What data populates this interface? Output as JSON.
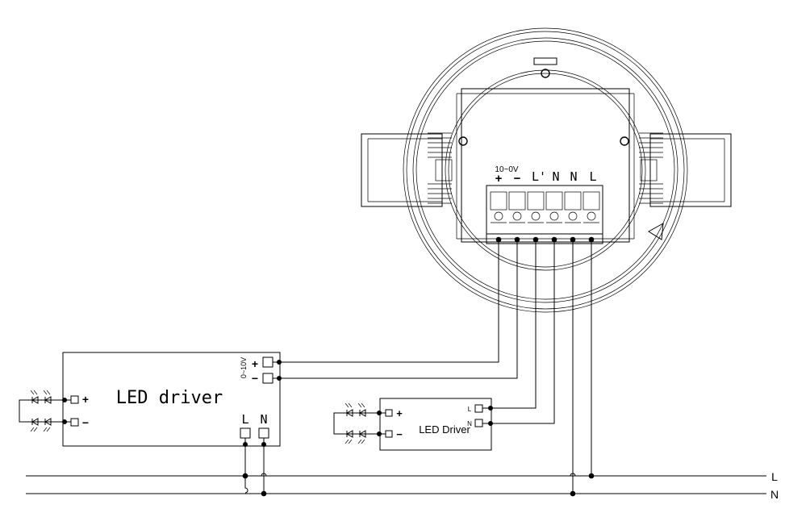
{
  "sensor": {
    "terminal_group_label": "10~0V",
    "terminal_plus": "+",
    "terminal_minus": "−",
    "terminals": [
      "L'",
      "N",
      "N",
      "L"
    ]
  },
  "driver_large": {
    "title": "LED driver",
    "dim_label": "0~10V",
    "dim_plus": "+",
    "dim_minus": "−",
    "out_plus": "+",
    "out_minus": "−",
    "terminal_l": "L",
    "terminal_n": "N"
  },
  "driver_small": {
    "title": "LED Driver",
    "terminal_l": "L",
    "terminal_n": "N",
    "out_plus": "+",
    "out_minus": "−"
  },
  "mains": {
    "line_label": "L",
    "neutral_label": "N"
  }
}
